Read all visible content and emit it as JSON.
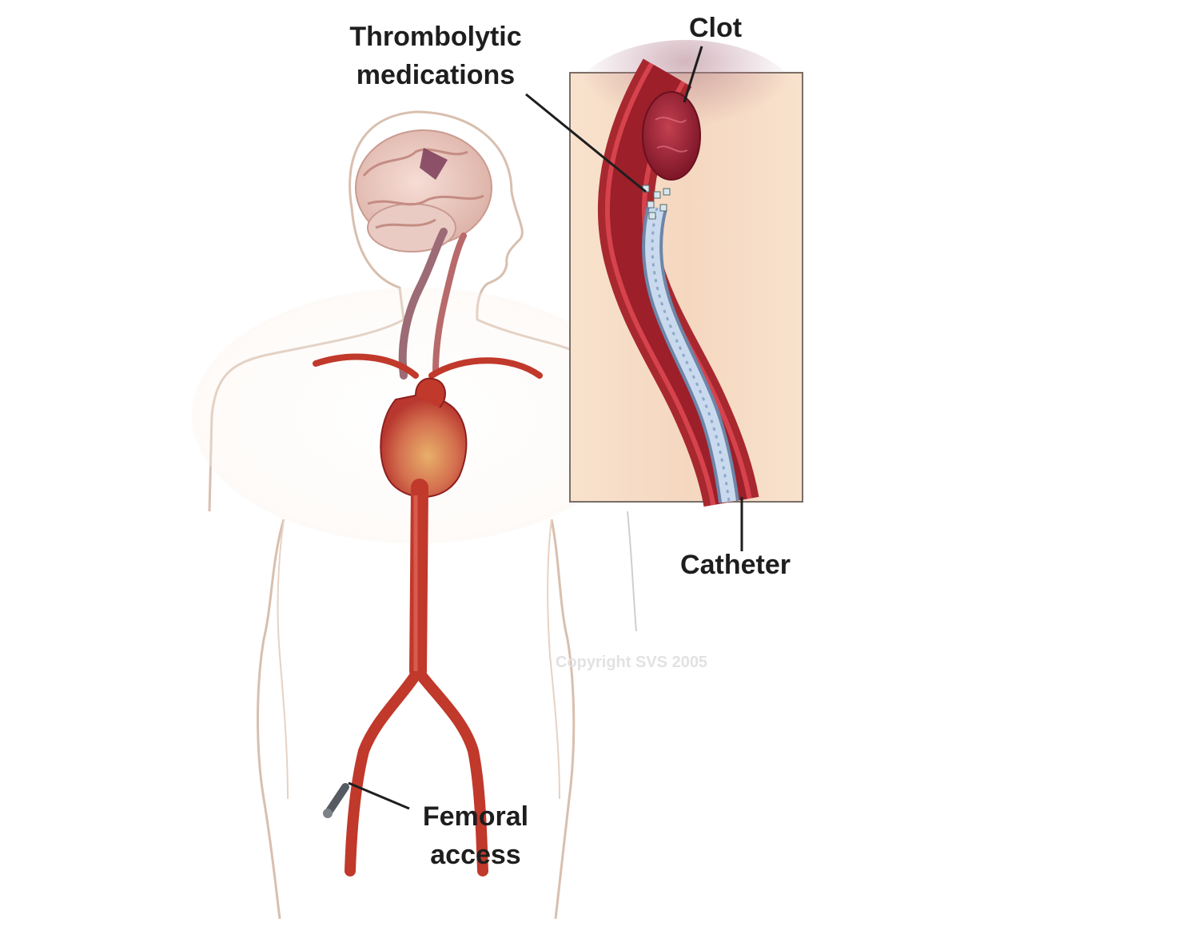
{
  "labels": {
    "thrombolytic_line1": "Thrombolytic",
    "thrombolytic_line2": "medications",
    "clot": "Clot",
    "catheter": "Catheter",
    "femoral_line1": "Femoral",
    "femoral_line2": "access"
  },
  "watermark": "Copyright SVS 2005",
  "colors": {
    "skin_outline": "#c9a88f",
    "artery": "#c0392b",
    "artery_dark": "#8e1f1f",
    "inset_background": "#f6dcc4",
    "catheter": "#b9cfe6",
    "clot": "#a52a3a",
    "brain": "#e8c9c0"
  }
}
